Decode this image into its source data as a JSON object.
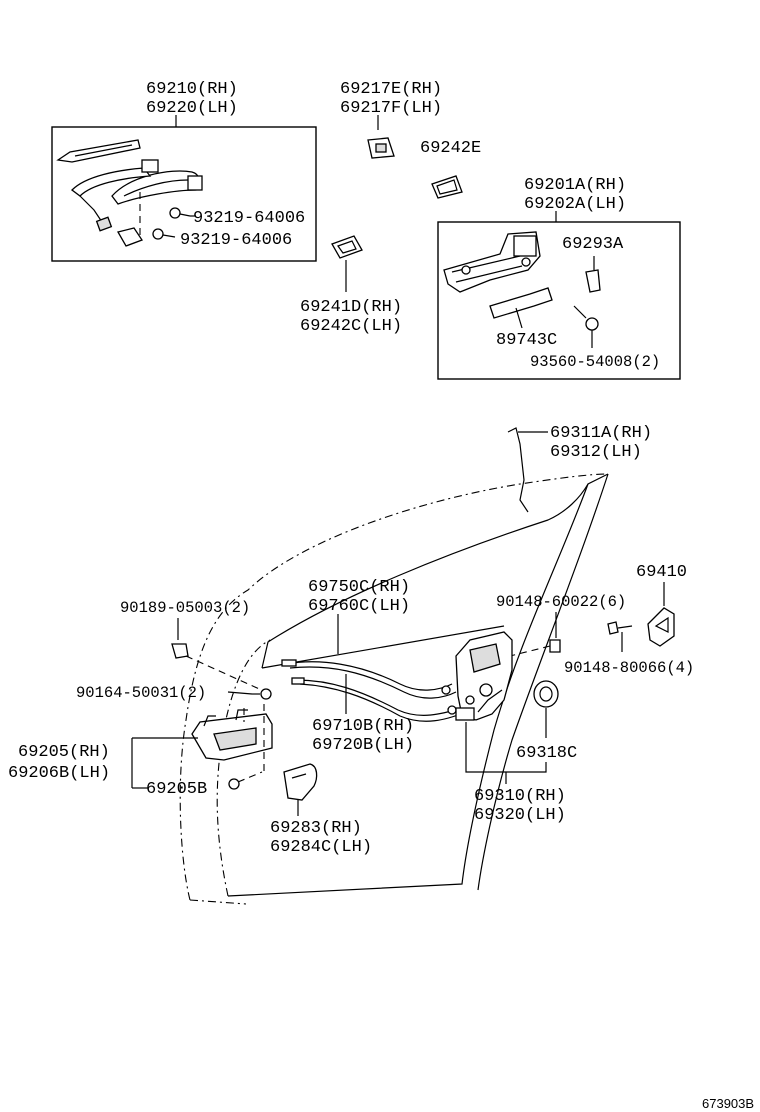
{
  "labels": {
    "outside_handle_rh": "69210(RH)",
    "outside_handle_lh": "69220(LH)",
    "screw_a": "93219-64006",
    "screw_b": "93219-64006",
    "pad_rh": "69217E(RH)",
    "pad_lh": "69217F(LH)",
    "gasket": "69242E",
    "rear_pad_rh": "69241D(RH)",
    "rear_pad_lh": "69242C(LH)",
    "frame_rh": "69201A(RH)",
    "frame_lh": "69202A(LH)",
    "clip": "69293A",
    "cover": "89743C",
    "bolt": "93560-54008(2)",
    "rod_rh": "69311A(RH)",
    "rod_lh": "69312(LH)",
    "cable_outer_rh": "69750C(RH)",
    "cable_outer_lh": "69760C(LH)",
    "cable_inner_rh": "69710B(RH)",
    "cable_inner_lh": "69720B(LH)",
    "clip_upper": "90189-05003(2)",
    "screw_upper": "90164-50031(2)",
    "inside_handle_rh": "69205(RH)",
    "inside_handle_lh": "69206B(LH)",
    "bezel": "69205B",
    "lock_bolt": "90148-60022(6)",
    "striker": "69410",
    "striker_screw": "90148-80066(4)",
    "cushion": "69318C",
    "lock_rh": "69310(RH)",
    "lock_lh": "69320(LH)",
    "cover_pad_rh": "69283(RH)",
    "cover_pad_lh": "69284C(LH)",
    "figure_code": "673903B"
  }
}
